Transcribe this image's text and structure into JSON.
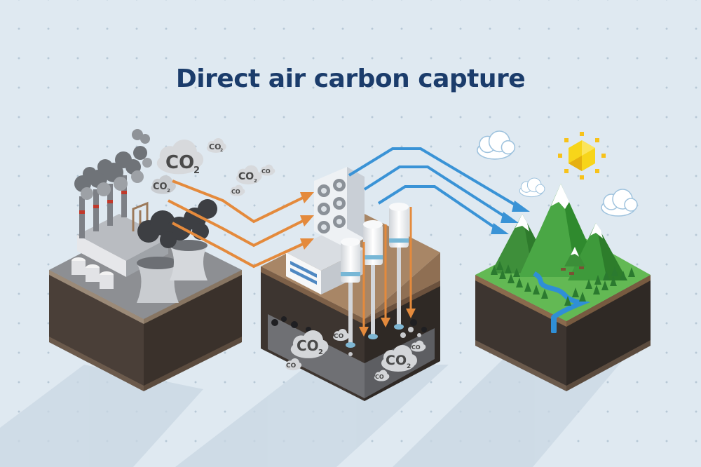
{
  "title": "Direct air carbon capture",
  "labels": {
    "co2": "CO",
    "co2_sub": "2"
  },
  "colors": {
    "background": "#dfe9f1",
    "title": "#1b3c6b",
    "emission_arrow": "#e48a3c",
    "clean_arrow": "#3a93d6",
    "grass": "#4fa64a",
    "soil": "#3d3530",
    "water": "#2f8fd6"
  },
  "icons": [
    "factory-icon",
    "co2-cloud-icon",
    "air-capture-fan-icon",
    "storage-tank-icon",
    "mountain-icon",
    "sun-icon",
    "cloud-icon",
    "tree-icon",
    "river-icon"
  ]
}
